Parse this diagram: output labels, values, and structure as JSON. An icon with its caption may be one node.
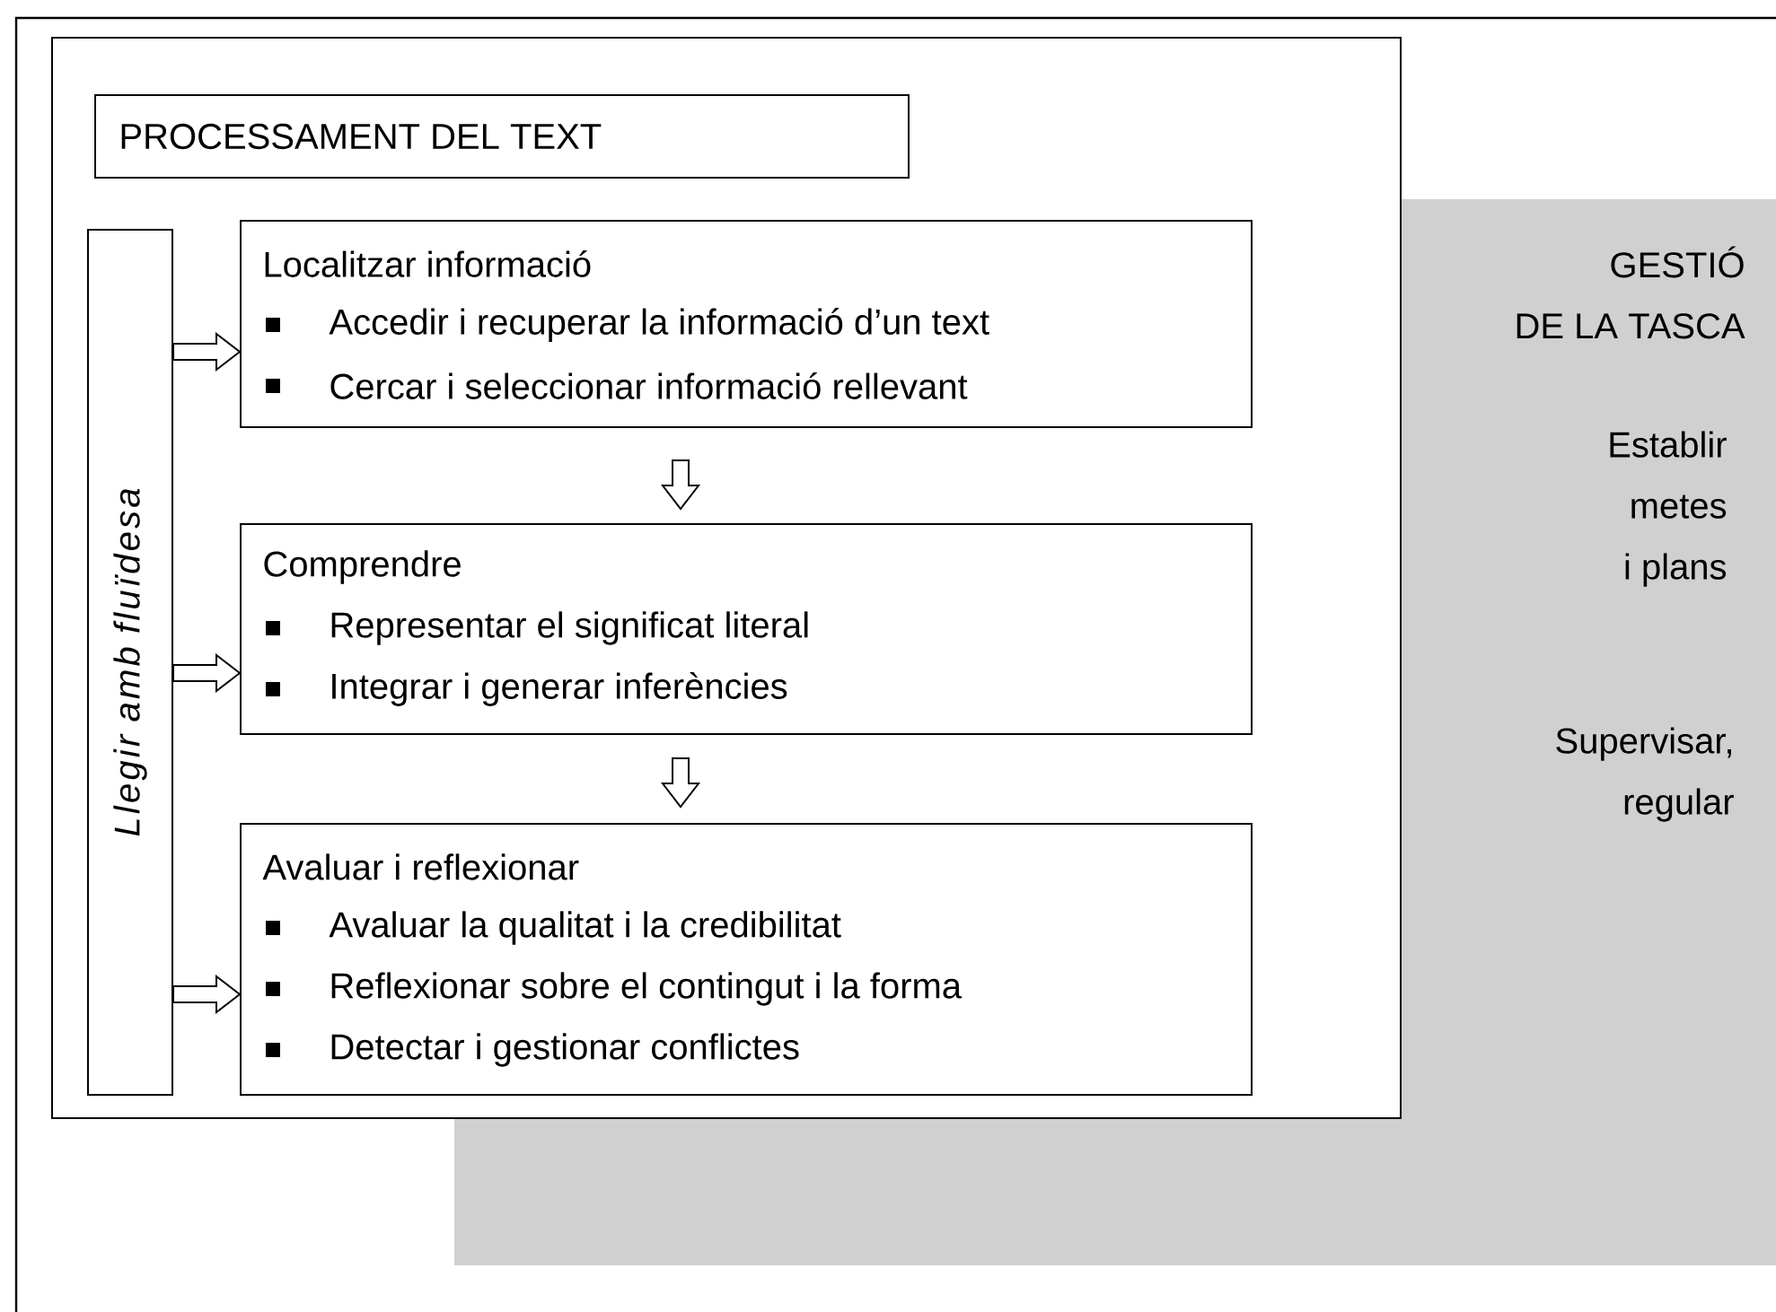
{
  "diagram": {
    "nodes": [
      {
        "text": [],
        "shape": "box"
      },
      {
        "text": [
          "PROCESSAMENT DEL TEXT"
        ],
        "in": 0
      },
      {
        "text": [
          "Llegir amb fluïdesa"
        ],
        "in": 0
      },
      {
        "text": [
          "Localitzar informació",
          "Accedir i recuperar la informació d’un text",
          "Cercar i seleccionar informació rellevant"
        ],
        "in": 0
      },
      {
        "text": [
          "Comprendre",
          "Representar el significat literal",
          "Integrar i generar inferències"
        ],
        "in": 0
      },
      {
        "text": [
          "Avaluar i reflexionar",
          "Avaluar la qualitat i la credibilitat",
          "Reflexionar sobre el contingut i la forma",
          "Detectar i gestionar conflictes"
        ],
        "in": 0
      },
      {
        "text": [
          "GESTIÓ DE LA TASCA",
          "Establir metes i plans",
          "Supervisar, regular"
        ]
      }
    ],
    "edges": [
      {
        "from": 2,
        "to": 3,
        "arrow": "to"
      },
      {
        "from": 2,
        "to": 4,
        "arrow": "to"
      },
      {
        "from": 2,
        "to": 5,
        "arrow": "to"
      },
      {
        "from": 3,
        "to": 4,
        "arrow": "to"
      },
      {
        "from": 4,
        "to": 5,
        "arrow": "to"
      }
    ]
  }
}
